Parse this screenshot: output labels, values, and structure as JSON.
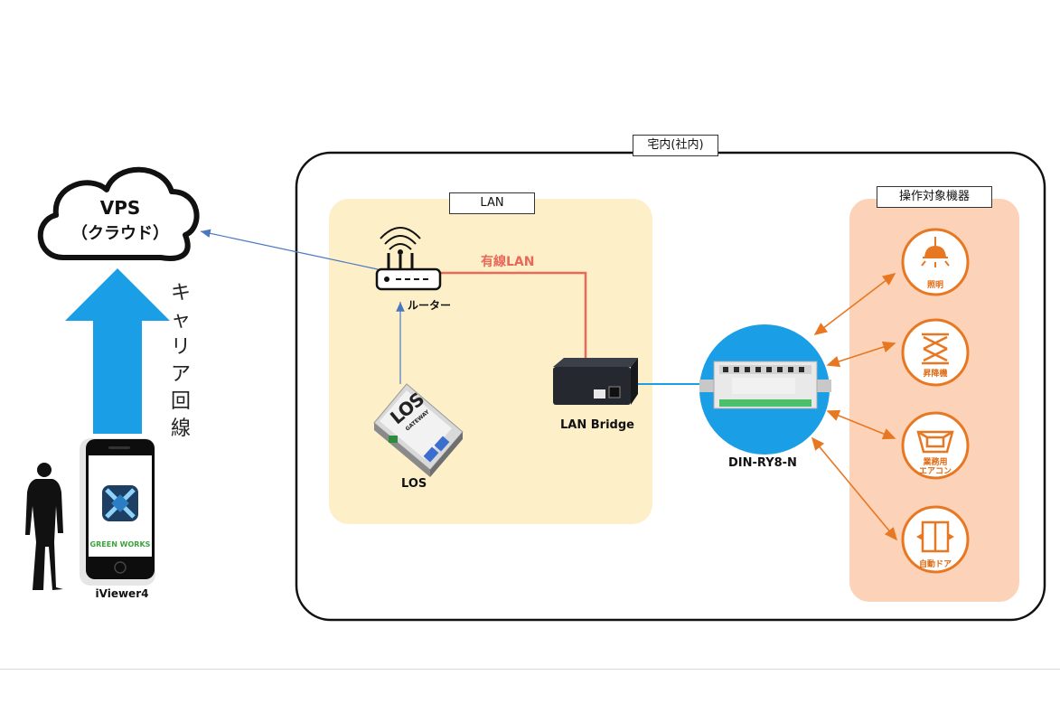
{
  "cloud": {
    "line1": "VPS",
    "line2": "（クラウド）"
  },
  "carrier": {
    "text": "キャリア回線"
  },
  "phone": {
    "caption": "iViewer4",
    "brand": "GREEN WORKS"
  },
  "premises": {
    "title": "宅内(社内)"
  },
  "lan": {
    "title": "LAN",
    "wired_label": "有線LAN"
  },
  "router": {
    "label": "ルーター"
  },
  "los": {
    "label": "LOS",
    "logo": "LOS",
    "logo_sub": "GATEWAY"
  },
  "bridge": {
    "label": "LAN Bridge"
  },
  "din": {
    "label": "DIN-RY8-N"
  },
  "targets": {
    "title": "操作対象機器",
    "items": [
      {
        "label": "照明",
        "icon": "ceiling-light-icon"
      },
      {
        "label": "昇降機",
        "icon": "scissor-lift-icon"
      },
      {
        "label": "業務用\nエアコン",
        "line1": "業務用",
        "line2": "エアコン",
        "icon": "ceiling-ac-icon"
      },
      {
        "label": "自動ドア",
        "icon": "automatic-door-icon"
      }
    ]
  },
  "colors": {
    "accent_orange": "#e87722",
    "target_panel": "#fcd3b8",
    "lan_panel": "#fdf0c8",
    "wired_lan": "#e8685a",
    "upload_arrow": "#1a9ee6",
    "din_circle": "#1a9ee6",
    "link_blue": "#4a78c0"
  }
}
